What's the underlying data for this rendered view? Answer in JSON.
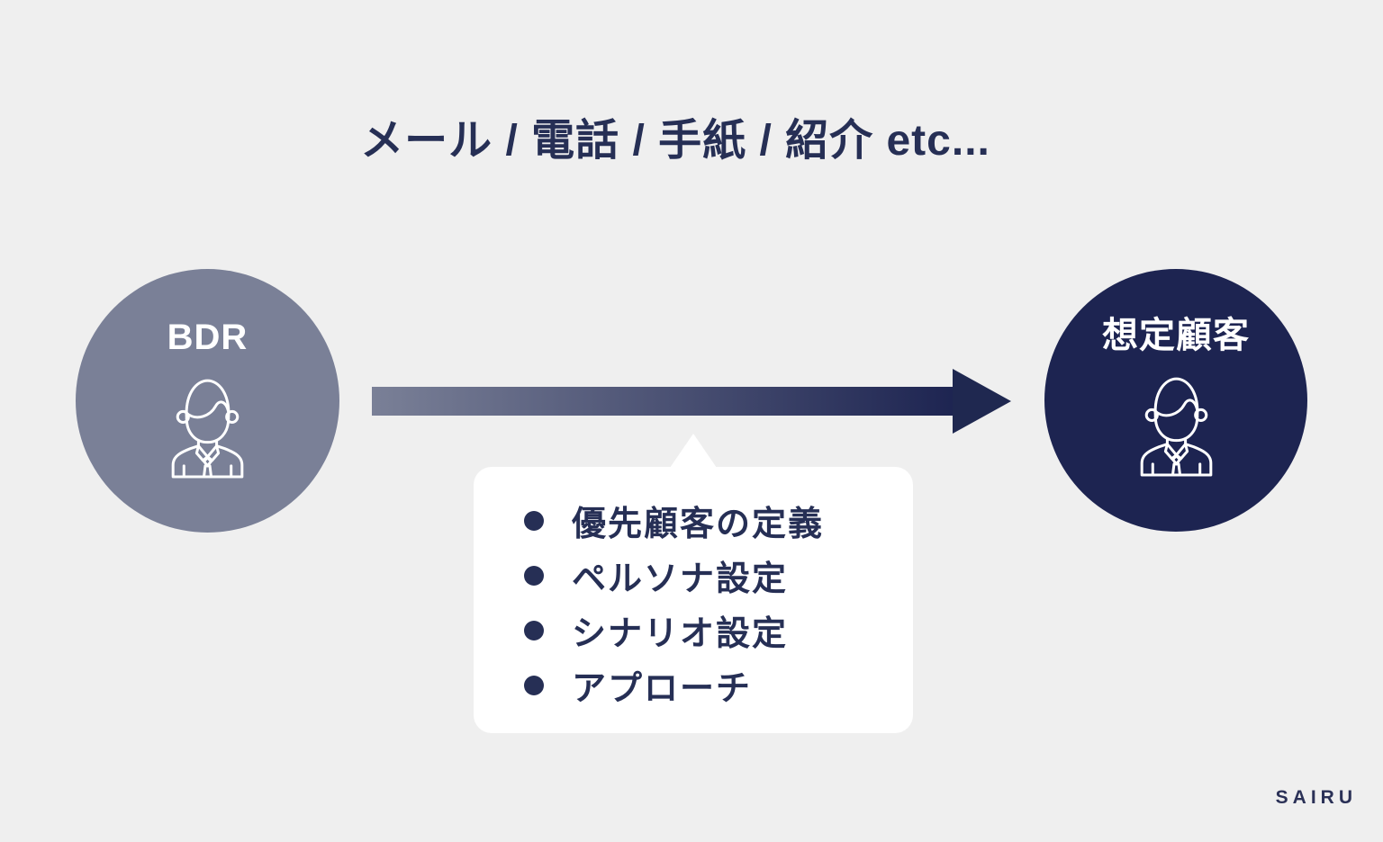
{
  "page": {
    "background_color": "#EFEFEF",
    "brand_label": "SAIRU"
  },
  "title": {
    "text": "メール / 電話 / 手紙 / 紹介 etc...",
    "color": "#262F55"
  },
  "nodes": {
    "left": {
      "label": "BDR",
      "icon": "businessman-icon",
      "circle_color": "#7A8097",
      "text_color": "#FFFFFF"
    },
    "right": {
      "label": "想定顧客",
      "icon": "businessman-icon",
      "circle_color": "#1D2451",
      "text_color": "#FFFFFF"
    }
  },
  "arrow": {
    "direction": "left-to-right",
    "gradient_start": "#7A8097",
    "gradient_end": "#1D2451"
  },
  "callout": {
    "background": "#FFFFFF",
    "bullet_color": "#262F55",
    "items": [
      "優先顧客の定義",
      "ペルソナ設定",
      "シナリオ設定",
      "アプローチ"
    ]
  }
}
